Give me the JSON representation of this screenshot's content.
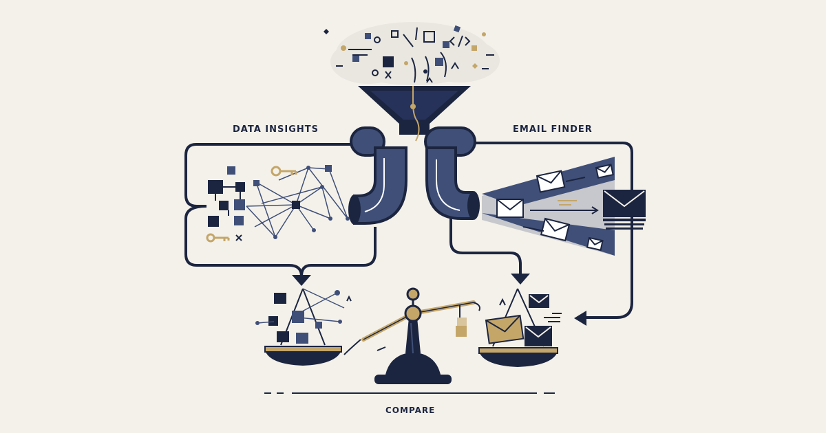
{
  "labels": {
    "left": "DATA INSIGHTS",
    "right": "EMAIL FINDER",
    "bottom": "COMPARE"
  },
  "colors": {
    "navy": "#1c2540",
    "slate": "#3f4f78",
    "gold": "#c4a669",
    "background": "#f4f1ea",
    "cloud": "#e9e7e0"
  },
  "icons": [
    "funnel-icon",
    "pipe-icon",
    "network-icon",
    "key-icon",
    "envelope-icon",
    "balance-scale-icon",
    "arrow-icon"
  ]
}
